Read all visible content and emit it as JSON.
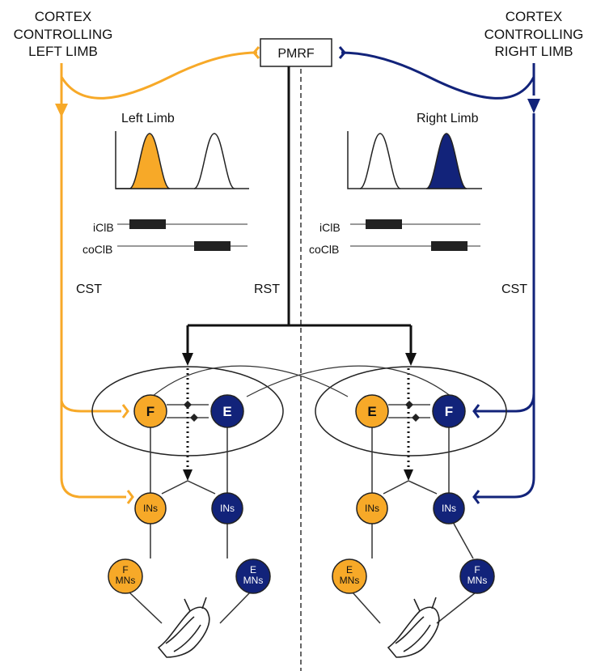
{
  "header_left": [
    "CORTEX",
    "CONTROLLING",
    "LEFT LIMB"
  ],
  "header_right": [
    "CORTEX",
    "CONTROLLING",
    "RIGHT LIMB"
  ],
  "center_box": "PMRF",
  "pathways": {
    "cst_left": "CST",
    "cst_right": "CST",
    "rst": "RST"
  },
  "left_panel": {
    "title": "Left Limb",
    "trace1": "iClB",
    "trace2": "coClB"
  },
  "right_panel": {
    "title": "Right Limb",
    "trace1": "iClB",
    "trace2": "coClB"
  },
  "left_cells": {
    "f": "F",
    "e": "E",
    "ins_f": "INs",
    "ins_e": "INs",
    "mn_f": [
      "F",
      "MNs"
    ],
    "mn_e": [
      "E",
      "MNs"
    ]
  },
  "right_cells": {
    "e": "E",
    "f": "F",
    "ins_e": "INs",
    "ins_f": "INs",
    "mn_e": [
      "E",
      "MNs"
    ],
    "mn_f": [
      "F",
      "MNs"
    ]
  },
  "colors": {
    "left": "#f7a928",
    "right": "#12237a",
    "line": "#222222"
  }
}
